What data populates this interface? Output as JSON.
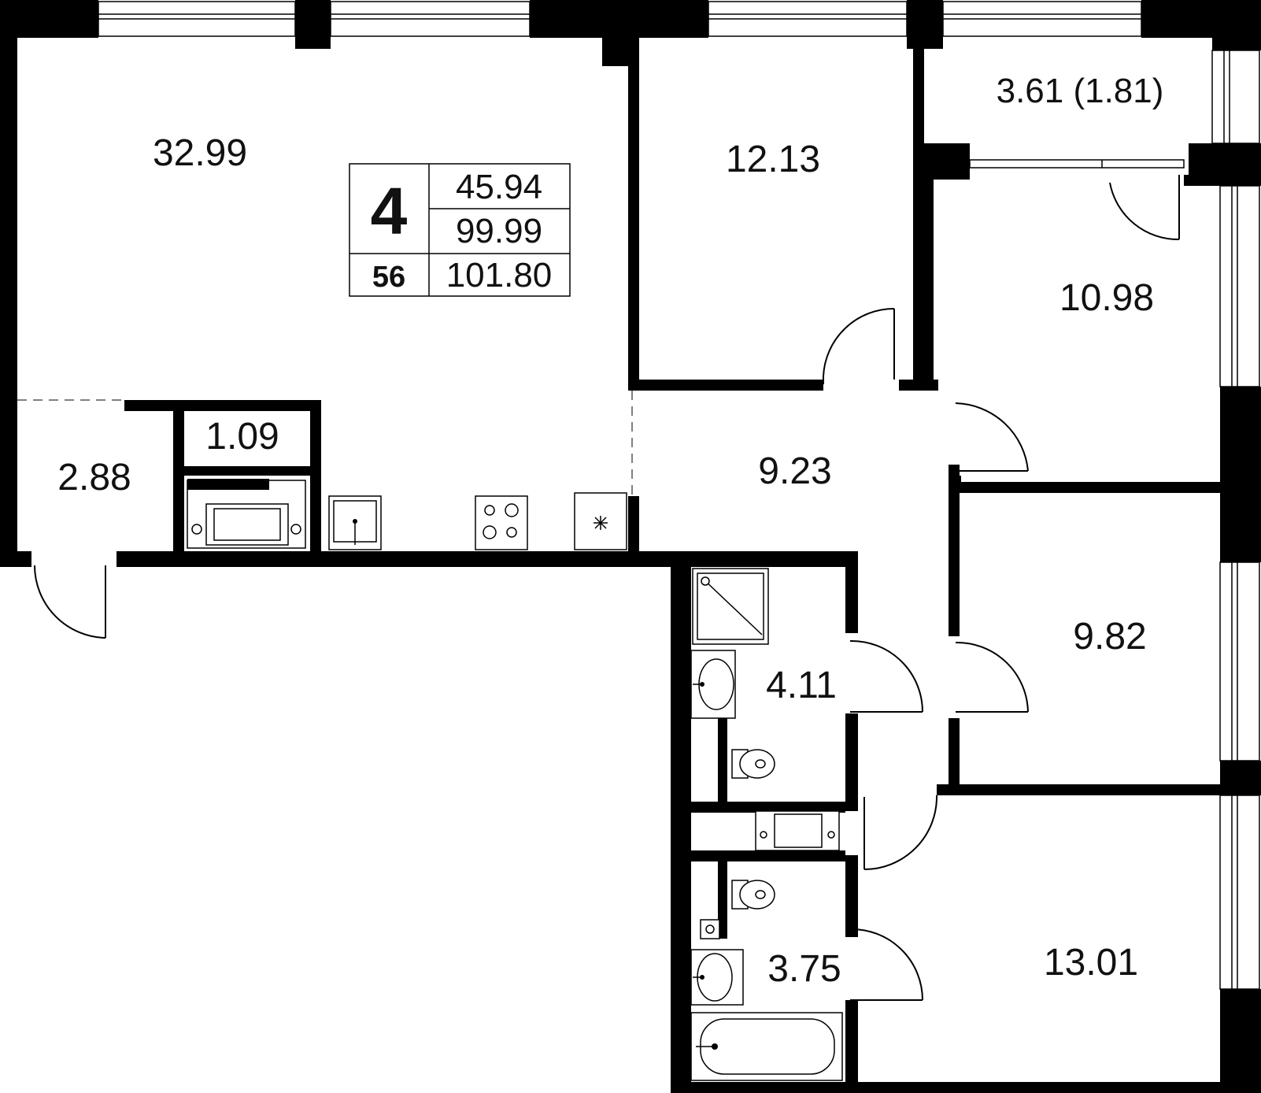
{
  "summary": {
    "rooms_count": "4",
    "apartment_number": "56",
    "living_area": "45.94",
    "total_area": "99.99",
    "total_area_with_balcony": "101.80"
  },
  "rooms": {
    "kitchen_living": "32.99",
    "bedroom_top": "12.13",
    "balcony": "3.61 (1.81)",
    "bedroom_right_top": "10.98",
    "hall": "9.23",
    "entry": "2.88",
    "storage": "1.09",
    "bathroom_top": "4.11",
    "bedroom_right_middle": "9.82",
    "bathroom_bottom": "3.75",
    "bedroom_right_bottom": "13.01"
  },
  "colors": {
    "wall": "#000000",
    "background": "#ffffff",
    "text": "#111111"
  }
}
